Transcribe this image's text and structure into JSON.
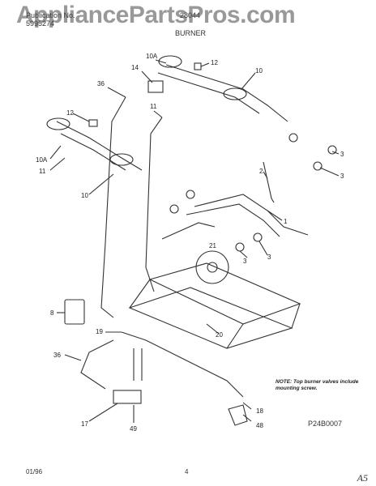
{
  "header": {
    "publication_label": "Publication No.",
    "publication_no": "5995274",
    "model": "28044",
    "section": "BURNER",
    "watermark": "AppliancePartsPros.com"
  },
  "labels": [
    {
      "id": "l10a-top",
      "text": "10A"
    },
    {
      "id": "l12-top",
      "text": "12"
    },
    {
      "id": "l14",
      "text": "14"
    },
    {
      "id": "l10-top",
      "text": "10"
    },
    {
      "id": "l36-top",
      "text": "36"
    },
    {
      "id": "l11-top",
      "text": "11"
    },
    {
      "id": "l12-left",
      "text": "12"
    },
    {
      "id": "l10a-left",
      "text": "10A"
    },
    {
      "id": "l11-left",
      "text": "11"
    },
    {
      "id": "l10-left",
      "text": "10"
    },
    {
      "id": "l3-a",
      "text": "3"
    },
    {
      "id": "l3-b",
      "text": "3"
    },
    {
      "id": "l2",
      "text": "2"
    },
    {
      "id": "l1",
      "text": "1"
    },
    {
      "id": "l21",
      "text": "21"
    },
    {
      "id": "l3-c",
      "text": "3"
    },
    {
      "id": "l3-d",
      "text": "3"
    },
    {
      "id": "l20",
      "text": "20"
    },
    {
      "id": "l8",
      "text": "8"
    },
    {
      "id": "l19",
      "text": "19"
    },
    {
      "id": "l36-bottom",
      "text": "36"
    },
    {
      "id": "l17",
      "text": "17"
    },
    {
      "id": "l49",
      "text": "49"
    },
    {
      "id": "l18",
      "text": "18"
    },
    {
      "id": "l48",
      "text": "48"
    }
  ],
  "note": "NOTE: Top burner valves include mounting screw.",
  "figure_code": "P24B0007",
  "footer": {
    "date": "01/96",
    "page": "4",
    "handwritten": "A5"
  }
}
